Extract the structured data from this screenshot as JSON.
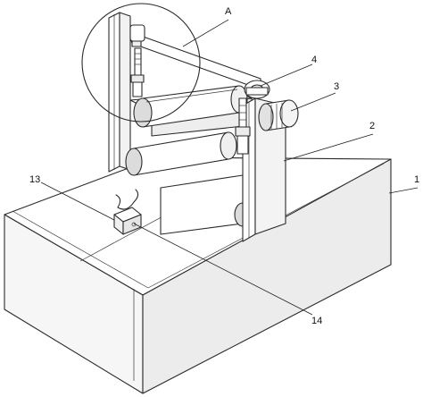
{
  "colors": {
    "line": "#2a2a2a",
    "face_top": "#ffffff",
    "face_front": "#f6f6f6",
    "face_side": "#ececec",
    "roller_shade": "#dcdcdc"
  },
  "labels": {
    "detail_A": "A",
    "base_1": "1",
    "frame_2": "2",
    "motor_3": "3",
    "bearing_4": "4",
    "clamp_13": "13",
    "line_14": "14"
  }
}
